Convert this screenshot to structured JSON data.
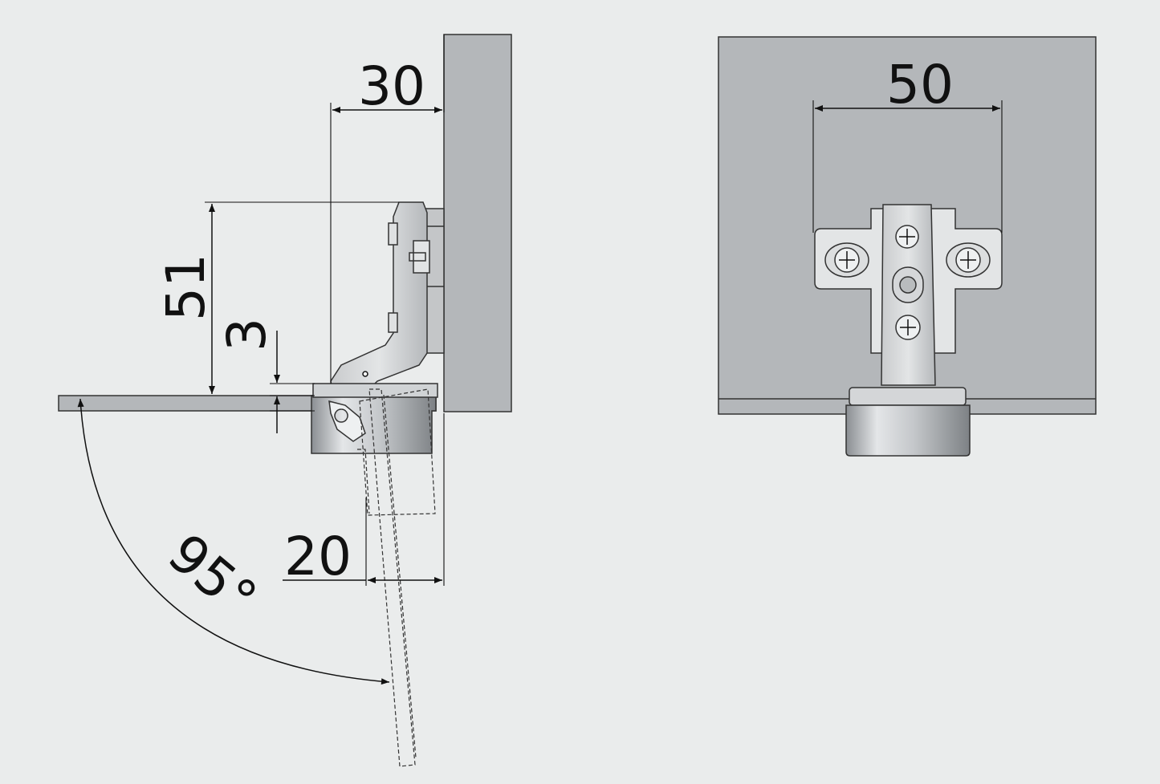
{
  "colors": {
    "background": "#eaecec",
    "panel": "#b4b7ba",
    "panel_stroke": "#333333",
    "metal_light": "#d8dadc",
    "metal_dark": "#8c9094",
    "line": "#111111"
  },
  "side_view": {
    "dim_depth": "30",
    "dim_height": "51",
    "dim_overlay": "3",
    "dim_clearance": "20",
    "dim_angle": "95°"
  },
  "front_view": {
    "dim_spacing": "50"
  }
}
